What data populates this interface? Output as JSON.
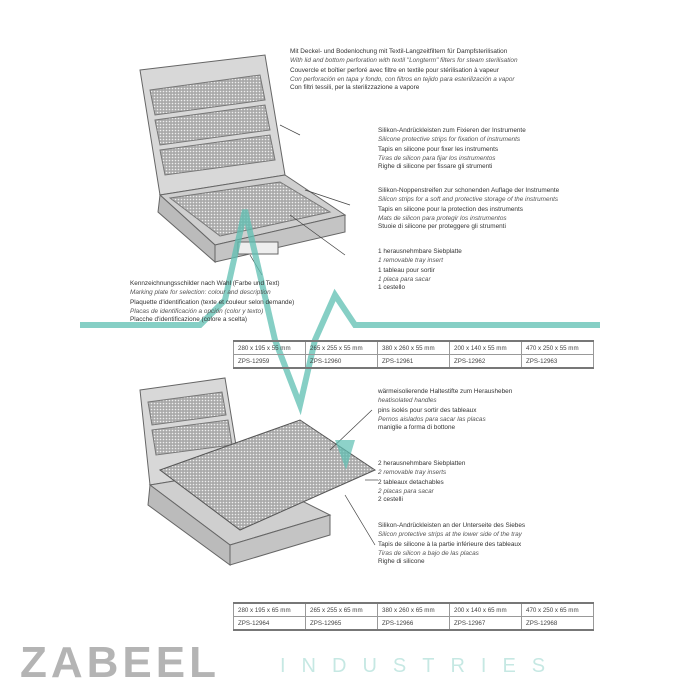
{
  "top_section": {
    "intro": [
      "Mit Deckel- und Bodenlochung mit Textil-Langzeitfiltern für Dampfsterilisation",
      "With lid and bottom perforation with textil \"Longterm\" filters for steam sterilisation",
      "Couvercle et boîtier perforé avec filtre en textile pour stérilisation à vapeur",
      "Con perforación en tapa y fondo, con filtros en tejido para esterilización a vapor",
      "Con filtri tessili, per la sterilizzazione a vapore"
    ],
    "strips_fixation": [
      "Silikon-Andrückleisten zum Fixieren der Instrumente",
      "Silicone protective strips for fixation of instruments",
      "Tapis en silicone pour fixer les instruments",
      "Tiras de silicon para fijar los instrumentos",
      "Righe di silicone per fissare gli strumenti"
    ],
    "strips_storage": [
      "Silikon-Noppenstreifen zur schonenden Auflage der Instrumente",
      "Silicon strips for a soft and protective storage of the instruments",
      "Tapis en silicone pour la protection des instruments",
      "Mats de silicon para protegir los instrumentos",
      "Stuoie di silicone per proteggere gli strumenti"
    ],
    "tray_insert": [
      "1 herausnehmbare Siebplatte",
      "1 removable tray insert",
      "1 tableau pour sortir",
      "1 placa para sacar",
      "1 cestello"
    ],
    "marking_plate": [
      "Kennzeichnungsschilder nach Wahl (Farbe und Text)",
      "Marking plate for selection: colour and description",
      "Plaquette d'identification (texte et couleur selon demande)",
      "Placas de identificación a opción (color y texto)",
      "Placche d'identificazione (colore a scelta)"
    ],
    "table": {
      "sizes": [
        "280 x 195 x 55 mm",
        "265 x 255 x 55 mm",
        "380 x 260 x 55 mm",
        "200 x 140 x 55 mm",
        "470 x 250 x 55 mm"
      ],
      "codes": [
        "ZPS-12959",
        "ZPS-12960",
        "ZPS-12961",
        "ZPS-12962",
        "ZPS-12963"
      ]
    }
  },
  "bottom_section": {
    "handles": [
      "wärmeisolierende Haltestifte zum Herausheben",
      "heatisolated handles",
      "pins isolés pour sortir des tableaux",
      "Pernos aislados para sacar las placas",
      "maniglie a forma di bottone"
    ],
    "tray_inserts": [
      "2 herausnehmbare Siebplatten",
      "2 removable tray inserts",
      "2 tableaux detachables",
      "2 placas para sacar",
      "2 cestelli"
    ],
    "strips_lower": [
      "Silikon-Andrückleisten an der Unterseite des Siebes",
      "Silicon protective strips at the lower side of the tray",
      "Tapis de silicone à la partie inférieure des tableaux",
      "Tiras de silicon a bajo de las placas",
      "Righe di silicone"
    ],
    "table": {
      "sizes": [
        "280 x 195 x 65 mm",
        "265 x 255 x 65 mm",
        "380 x 260 x 65 mm",
        "200 x 140 x 65 mm",
        "470 x 250 x 65 mm"
      ],
      "codes": [
        "ZPS-12964",
        "ZPS-12965",
        "ZPS-12966",
        "ZPS-12967",
        "ZPS-12968"
      ]
    }
  },
  "watermark": {
    "brand": "ZABEEL",
    "sub": "INDUSTRIES",
    "color": "#5dbfb2"
  }
}
